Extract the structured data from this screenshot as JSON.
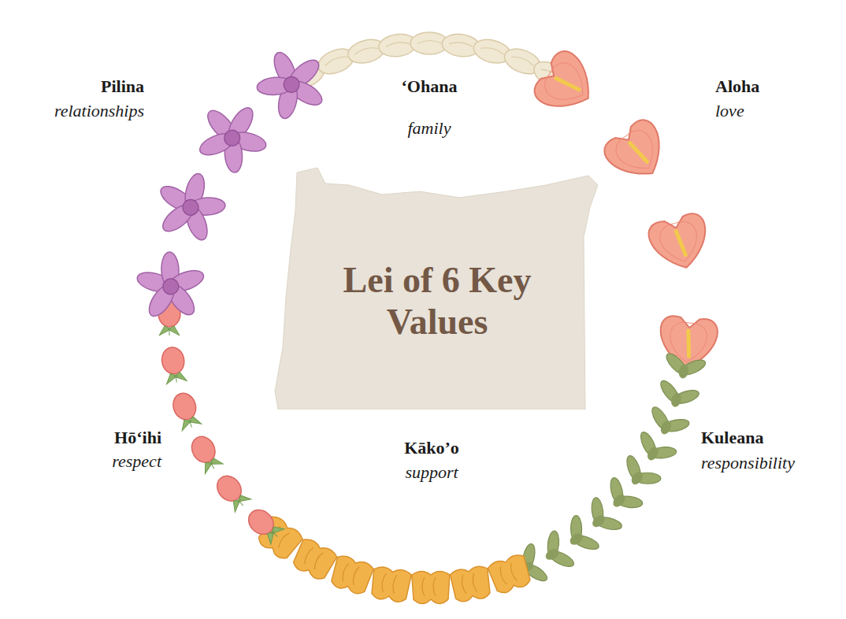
{
  "diagram": {
    "nodes": [
      {
        "text": [
          "Lei of 6 Key Values"
        ]
      }
    ],
    "labels": [
      "Pilina",
      "relationships",
      "‘Ohana",
      "family",
      "Aloha",
      "love",
      "Hō‘ihi",
      "respect",
      "Kāko’o",
      "support",
      "Kuleana",
      "responsibility"
    ]
  }
}
